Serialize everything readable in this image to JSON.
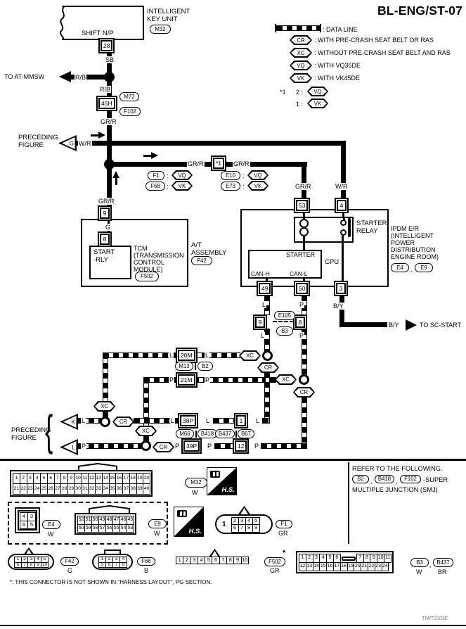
{
  "title": "BL-ENG/ST-07",
  "legend": {
    "data_line": ": DATA LINE",
    "cr_tag": "CR",
    "cr_text": ": WITH PRE-CRASH SEAT BELT OR RAS",
    "xc_tag": "XC",
    "xc_text": ": WITHOUT PRE-CRASH SEAT BELT AND RAS",
    "vq_tag": "VQ",
    "vq_text": ": WITH VQ35DE",
    "vk_tag": "VK",
    "vk_text": ": WITH VK45DE",
    "star": "*1",
    "opt2": "2 :",
    "opt1": "1 :"
  },
  "wire": {
    "sb": "SB",
    "rb": "R/B",
    "grr": "GR/R",
    "wr": "W/R",
    "g": "G",
    "l": "L",
    "p": "P",
    "by": "B/Y"
  },
  "tags": {
    "xc": "XC",
    "cr": "CR",
    "vq": "VQ",
    "vk": "VK",
    "colon": ":"
  },
  "top": {
    "iku": "INTELLIGENT\nKEY UNIT",
    "iku_conn": "M32",
    "shift": "SHIFT N/P",
    "pin28": "28",
    "to_at": "TO AT-MMSW",
    "c45h": "45H",
    "m72": "M72",
    "f102": "F102",
    "preceding": "PRECEDING\nFIGURE",
    "tri_g": "G",
    "star1": "*1",
    "f1": "F1",
    "f68": "F68",
    "e10": "E10",
    "e73": "E73"
  },
  "tcm": {
    "pin9": "9",
    "pin8": "8",
    "start_rly": "START\n-RLY",
    "name": "TCM\n(TRANSMISSION\n CONTROL\n MODULE)",
    "f502": "F502",
    "at": "A/T\nASSEMBLY",
    "f42": "F42"
  },
  "ipdm": {
    "pin53": "53",
    "pin4": "4",
    "relay": "STARTER\nRELAY",
    "name": "IPDM E/R\n(INTELLIGENT\n POWER\n DISTRIBUTION\n ENGINE ROOM)",
    "e4": "E4",
    "e9": "E9",
    "starter": "STARTER",
    "cpu": "CPU",
    "canh": "CAN-H",
    "canl": "CAN-L",
    "pin49": "49",
    "pin50": "50",
    "pin3": "3"
  },
  "mid": {
    "pin9": "9",
    "pin8": "8",
    "e105": "E105",
    "b3": "B3",
    "to_sc": "TO SC-START",
    "c20m": "20M",
    "m13": "M13",
    "b2": "B2",
    "c21m": "21M",
    "preceding": "PRECEDING\nFIGURE",
    "brace": "{",
    "tri_k": "K",
    "tri_l": "L",
    "c38p": "38P",
    "m66": "M66",
    "b418": "B418",
    "c1": "1",
    "b437": "B437",
    "b67": "B67",
    "c39p": "39P",
    "c12": "12"
  },
  "footer": {
    "hs": "H.S.",
    "comma": ",",
    "m32": {
      "label": "M32",
      "color": "W",
      "rows": [
        [
          "1",
          "2",
          "3",
          "4",
          "5",
          "6",
          "7",
          "8",
          "9",
          "10",
          "11",
          "12",
          "13",
          "14",
          "15",
          "16",
          "17",
          "18",
          "19",
          "20"
        ],
        [
          "21",
          "22",
          "23",
          "24",
          "25",
          "26",
          "27",
          "28",
          "29",
          "30",
          "31",
          "32",
          "33",
          "34",
          "35",
          "36",
          "37",
          "38",
          "39",
          "40"
        ]
      ]
    },
    "e4": {
      "label": "E4",
      "color": "W",
      "rows": [
        [
          "4",
          "3"
        ],
        [
          "6",
          "5"
        ]
      ]
    },
    "e9": {
      "label": "E9",
      "color": "W",
      "rows": [
        [
          "52",
          "51",
          "50",
          "49",
          "48",
          "47",
          "46",
          "45"
        ],
        [
          "60",
          "59",
          "58",
          "57",
          "56",
          "55",
          "54",
          "53"
        ]
      ]
    },
    "f1": {
      "label": "F1",
      "color": "GR",
      "big": "1",
      "rows": [
        [
          "2",
          "3",
          "4",
          "5"
        ],
        [
          "6",
          "7",
          "8",
          "9"
        ]
      ]
    },
    "f42": {
      "label": "F42",
      "color": "G",
      "rows": [
        [
          "1",
          "2",
          "3",
          "4",
          "5"
        ],
        [
          "6",
          "7",
          "8",
          "9",
          "10"
        ]
      ]
    },
    "f68": {
      "label": "F68",
      "color": "B",
      "rows": [
        [
          "1",
          "2",
          "3",
          "4"
        ],
        [
          "5",
          "6",
          "7",
          "8"
        ]
      ]
    },
    "f502": {
      "label": "F502",
      "color": "GR",
      "star": "*",
      "rows": [
        [
          "1",
          "2",
          "3",
          "4",
          "5",
          "6",
          "7",
          "8",
          "9",
          "10"
        ]
      ]
    },
    "b3": {
      "label": "B3",
      "color": "W",
      "label2": "B437",
      "color2": "BR",
      "rows": [
        [
          "1",
          "2",
          "3",
          "4",
          "5",
          "6",
          "—",
          "7",
          "8",
          "9",
          "10",
          "11"
        ],
        [
          "12",
          "13",
          "14",
          "15",
          "16",
          "17",
          "18",
          "19",
          "20",
          "21",
          "22",
          "23",
          "24"
        ]
      ]
    },
    "refer1": "REFER TO THE FOLLOWING.",
    "b2": "B2",
    "b418": "B418",
    "f102": "F102",
    "refer2": "-SUPER",
    "refer3": "MULTIPLE JUNCTION (SMJ)",
    "note": "*: THIS CONNECTOR IS NOT SHOWN IN \"HARNESS LAYOUT\", PG SECTION.",
    "code": "TIWT2102E"
  }
}
